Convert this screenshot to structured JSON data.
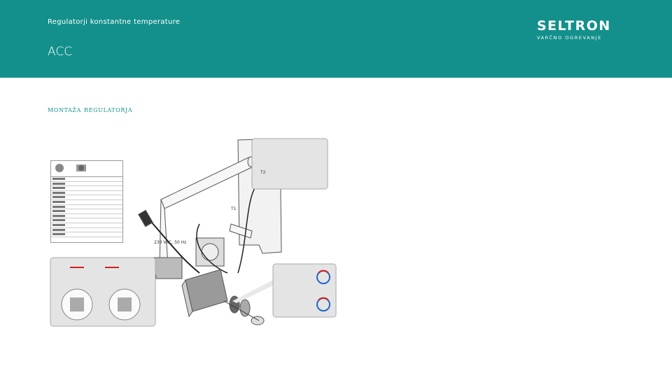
{
  "header": {
    "subtitle": "Regulatorji konstantne temperature",
    "title": "ACC",
    "logo_text": "SELTRON",
    "logo_tagline": "VARČNO OGREVANJE",
    "bg_color": "#13908b"
  },
  "section": {
    "heading": "montaža regulatorja"
  },
  "figure": {
    "voltage_label": "230 VAC, 50 Hz",
    "sensor_t1": "T1",
    "sensor_t2": "T2"
  }
}
